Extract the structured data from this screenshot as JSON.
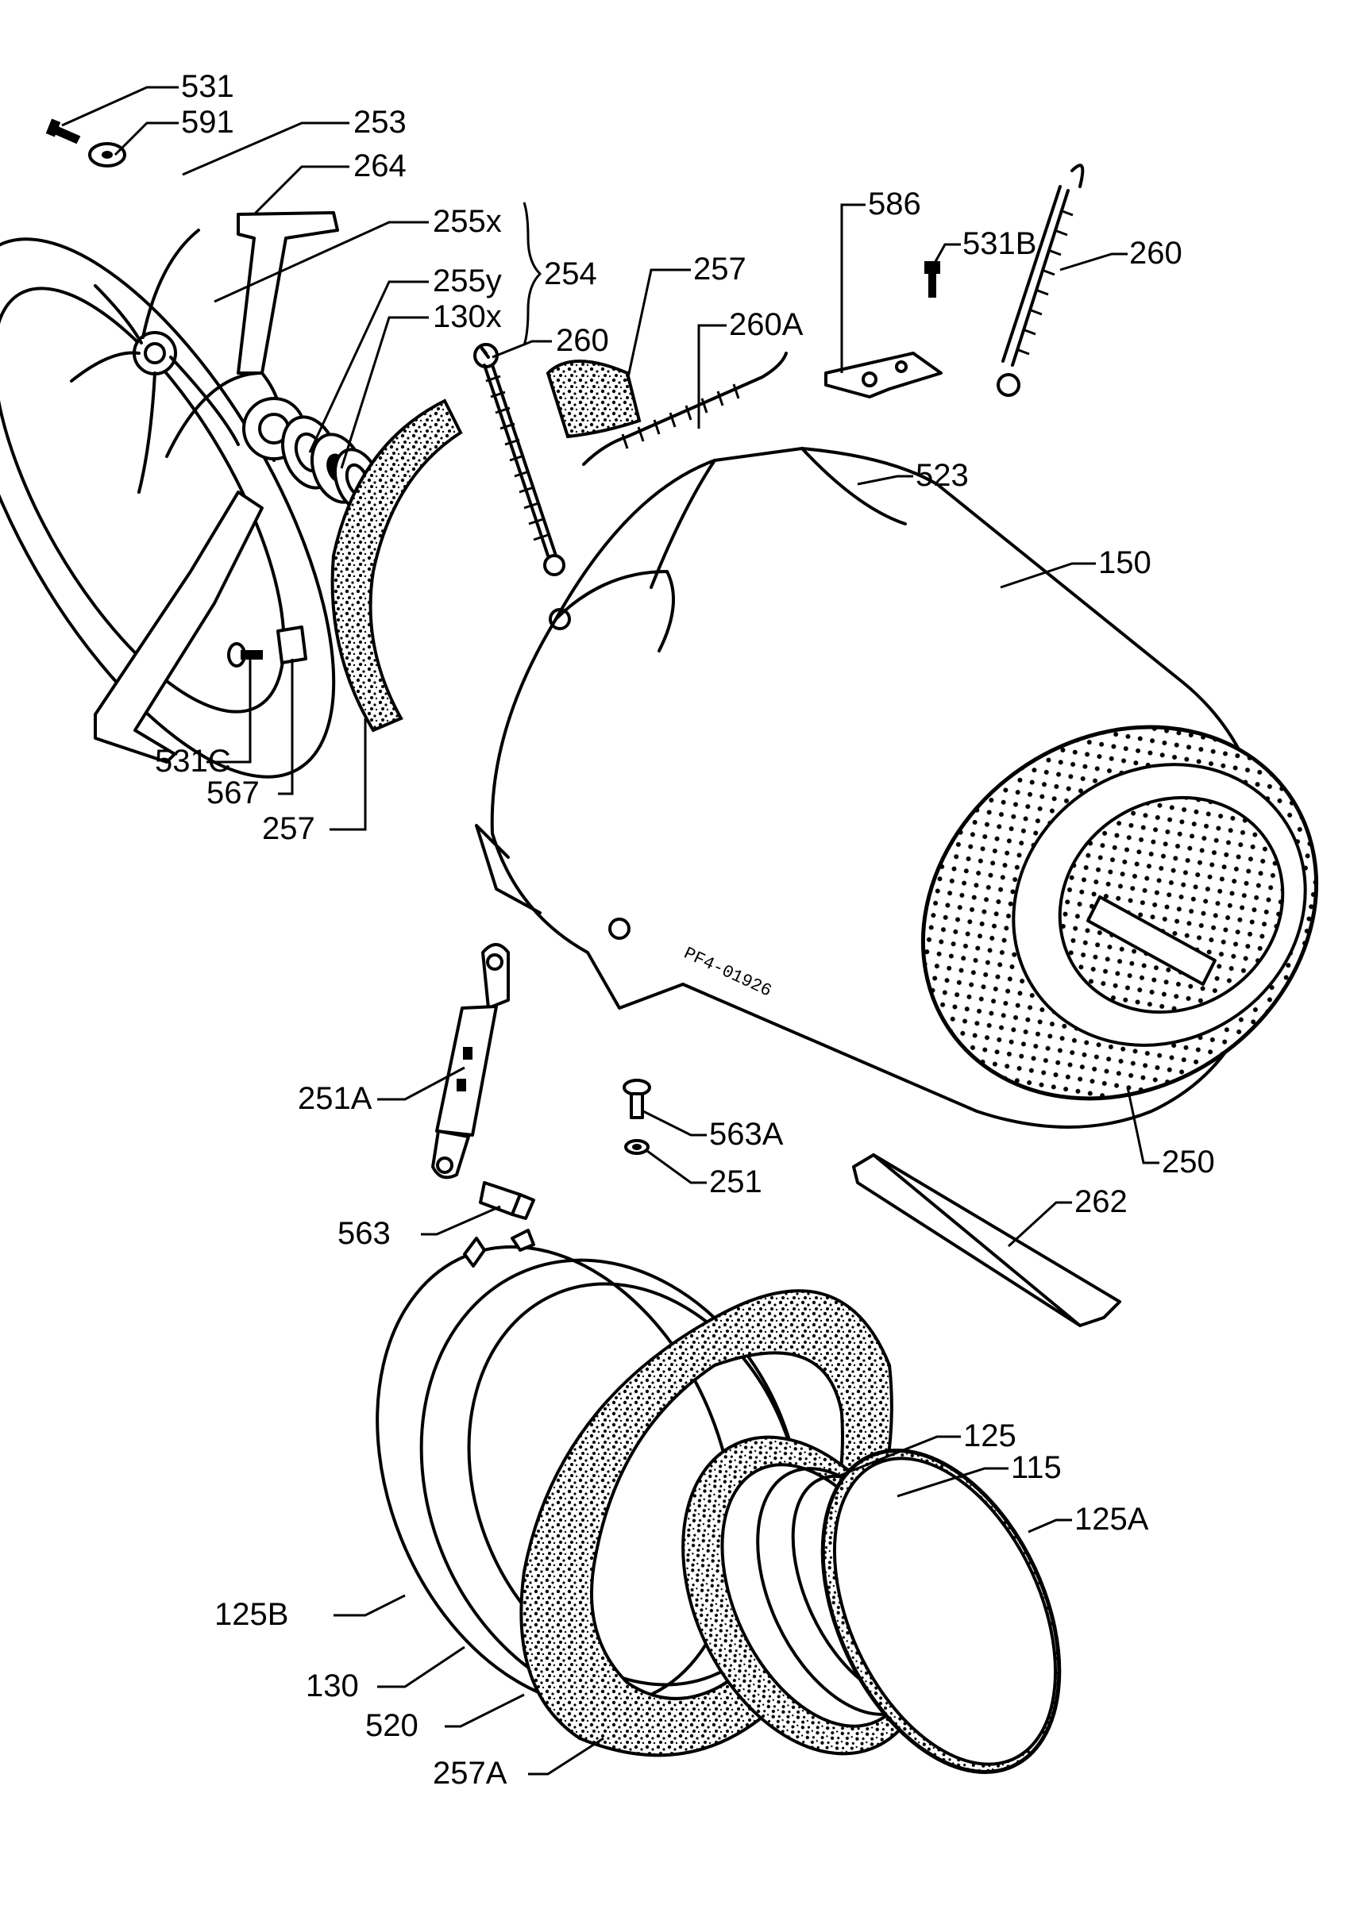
{
  "drawing_code": "PF4-01926",
  "labels": {
    "l531": "531",
    "l591": "591",
    "l253": "253",
    "l264": "264",
    "l255x": "255x",
    "l255y": "255y",
    "l130x": "130x",
    "l254": "254",
    "l257_top": "257",
    "l260a": "260A",
    "l260_mid": "260",
    "l586": "586",
    "l531b": "531B",
    "l260_right": "260",
    "l523": "523",
    "l150": "150",
    "l531c": "531C",
    "l567": "567",
    "l257_left": "257",
    "l251a": "251A",
    "l563a": "563A",
    "l251": "251",
    "l250": "250",
    "l262": "262",
    "l563": "563",
    "l125": "125",
    "l115": "115",
    "l125a": "125A",
    "l125b": "125B",
    "l130": "130",
    "l520": "520",
    "l257a": "257A"
  }
}
